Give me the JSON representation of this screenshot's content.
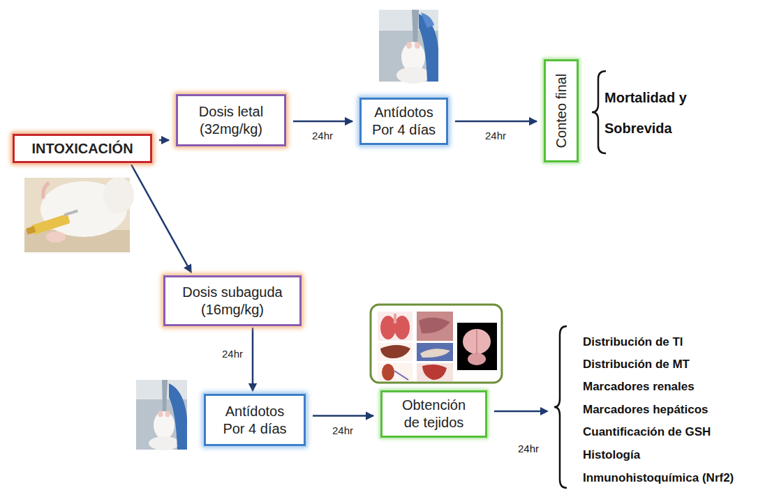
{
  "diagram": {
    "nodes": [
      {
        "text": [
          "INTOXICACIÓN"
        ]
      },
      {
        "text": [
          "Dosis letal (32mg/kg)"
        ]
      },
      {
        "text": [
          "Antídotos Por 4 días"
        ]
      },
      {
        "text": [
          "Conteo final"
        ]
      },
      {
        "text": [
          "Dosis subaguda (16mg/kg)"
        ]
      },
      {
        "text": [
          "Antídotos Por 4 días"
        ]
      },
      {
        "text": [
          "Obtención de tejidos"
        ]
      }
    ],
    "edges": [
      {
        "from": 0,
        "to": 1,
        "arrow": "to"
      },
      {
        "from": 1,
        "to": 2,
        "arrow": "to",
        "label": "24hr"
      },
      {
        "from": 2,
        "to": 3,
        "arrow": "to",
        "label": "24hr"
      },
      {
        "from": 0,
        "to": 4,
        "arrow": "to"
      },
      {
        "from": 4,
        "to": 5,
        "arrow": "to",
        "label": "24hr"
      },
      {
        "from": 5,
        "to": 6,
        "arrow": "to",
        "label": "24hr"
      }
    ],
    "labels": [
      "Mortalidad y Sobrevida",
      "24hr",
      "Distribución de Tl",
      "Distribución de MT",
      "Marcadores renales",
      "Marcadores hepáticos",
      "Cuantificación de GSH",
      "Histología",
      "Inmunohistoquímica (Nrf2)"
    ]
  }
}
